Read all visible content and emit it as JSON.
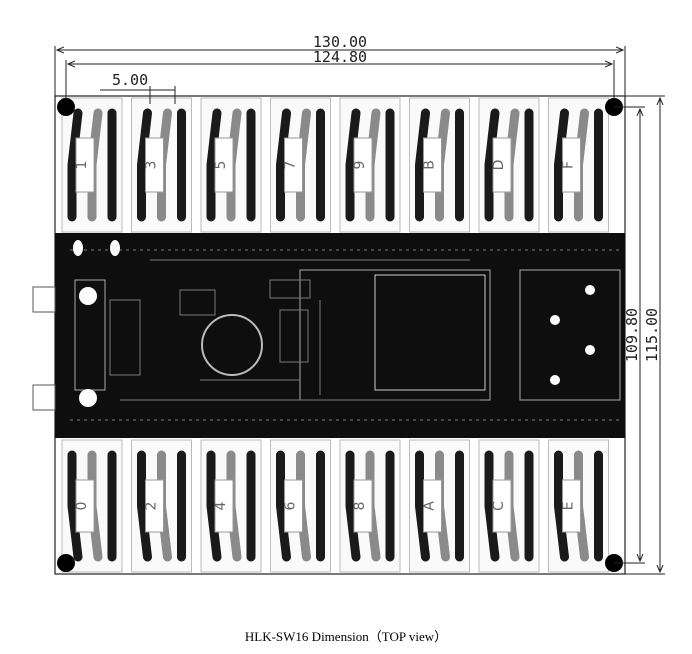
{
  "dimensions": {
    "overall_width": "130.00",
    "hole_spacing_width": "124.80",
    "pitch": "5.00",
    "hole_spacing_height": "109.80",
    "overall_height": "115.00"
  },
  "relay_labels": {
    "top": [
      "1",
      "3",
      "5",
      "7",
      "9",
      "B",
      "D",
      "F"
    ],
    "bottom": [
      "0",
      "2",
      "4",
      "6",
      "8",
      "A",
      "C",
      "E"
    ]
  },
  "caption": "HLK-SW16 Dimension（TOP view）",
  "colors": {
    "board": "#ffffff",
    "band": "#0e0e0e",
    "trace": "#8a8a8a",
    "copper": "#111111"
  }
}
